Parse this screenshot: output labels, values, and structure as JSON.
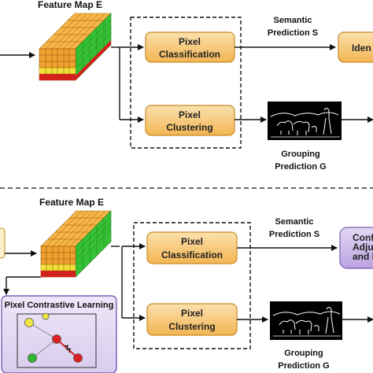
{
  "top": {
    "feature_map_label": "Feature Map E",
    "classification": {
      "line1": "Pixel",
      "line2": "Classification"
    },
    "clustering": {
      "line1": "Pixel",
      "line2": "Clustering"
    },
    "semantic": {
      "line1": "Semantic",
      "line2": "Prediction S"
    },
    "grouping": {
      "line1": "Grouping",
      "line2": "Prediction G"
    },
    "output": {
      "text": "Iden"
    }
  },
  "bottom": {
    "feature_map_label": "Feature Map E",
    "classification": {
      "line1": "Pixel",
      "line2": "Classification"
    },
    "clustering": {
      "line1": "Pixel",
      "line2": "Clustering"
    },
    "semantic": {
      "line1": "Semantic",
      "line2": "Prediction S"
    },
    "grouping": {
      "line1": "Grouping",
      "line2": "Prediction G"
    },
    "output": {
      "line1": "Confi",
      "line2": "Adjus",
      "line3": "and le"
    },
    "contrastive": {
      "title": "Pixel Contrastive Learning"
    }
  },
  "colors": {
    "orange_box": "#F7C977",
    "purple_box": "#C9B6E6",
    "purple_stroke": "#7C5BB5",
    "cube_orange": "#F0A030",
    "cube_green": "#2EB82E",
    "cube_red": "#D81E1E",
    "cube_yellow": "#F2E03A",
    "node_yellow": "#F2E640",
    "node_red": "#E02020",
    "node_green": "#2EB82E"
  }
}
